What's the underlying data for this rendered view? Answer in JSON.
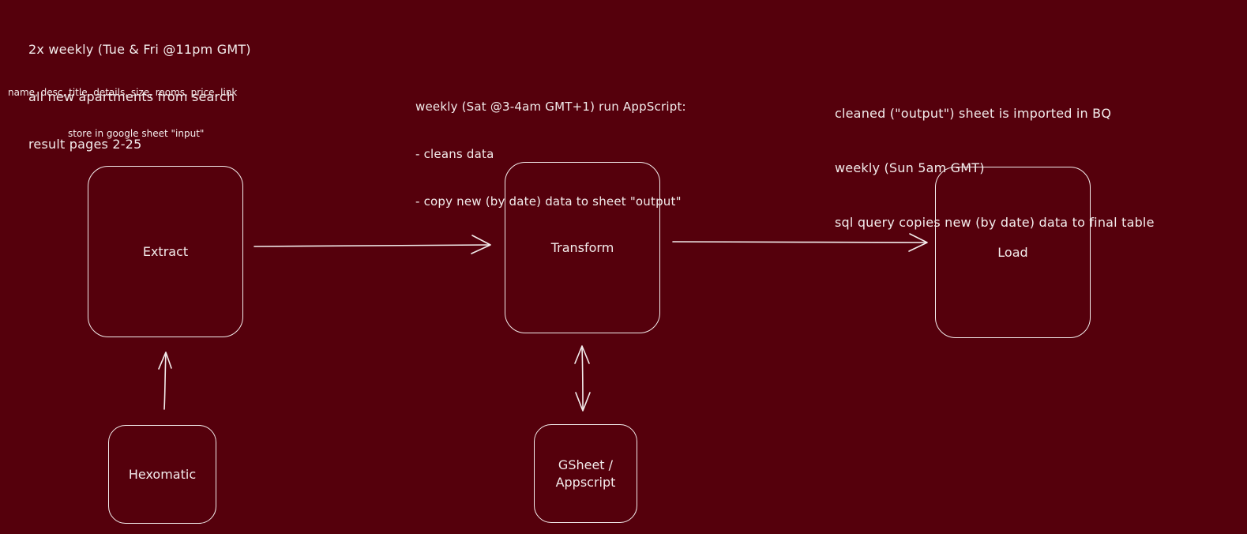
{
  "colors": {
    "background": "#55000c",
    "stroke": "#f3ecec",
    "text": "#f3ecec"
  },
  "notes": {
    "extract_schedule": [
      "2x weekly (Tue & Fri @11pm GMT)",
      "all new apartments from search",
      "result pages 2-25"
    ],
    "extract_fields": "name, desc, title, details, size, rooms, price, link",
    "extract_store": "store in google sheet \"input\"",
    "transform_schedule": [
      "weekly (Sat @3-4am GMT+1) run AppScript:",
      "- cleans data",
      "- copy new (by date) data to sheet \"output\""
    ],
    "load_schedule": [
      "cleaned (\"output\") sheet is imported in BQ",
      "weekly (Sun 5am GMT)",
      "sql query copies new (by date) data to final table"
    ]
  },
  "nodes": {
    "extract": "Extract",
    "transform": "Transform",
    "load": "Load",
    "hexomatic": "Hexomatic",
    "gsheet": "GSheet /\nAppscript"
  },
  "edges": [
    {
      "from": "hexomatic",
      "to": "extract",
      "direction": "one-way"
    },
    {
      "from": "extract",
      "to": "transform",
      "direction": "one-way"
    },
    {
      "from": "transform",
      "to": "load",
      "direction": "one-way"
    },
    {
      "from": "transform",
      "to": "gsheet",
      "direction": "two-way"
    }
  ]
}
